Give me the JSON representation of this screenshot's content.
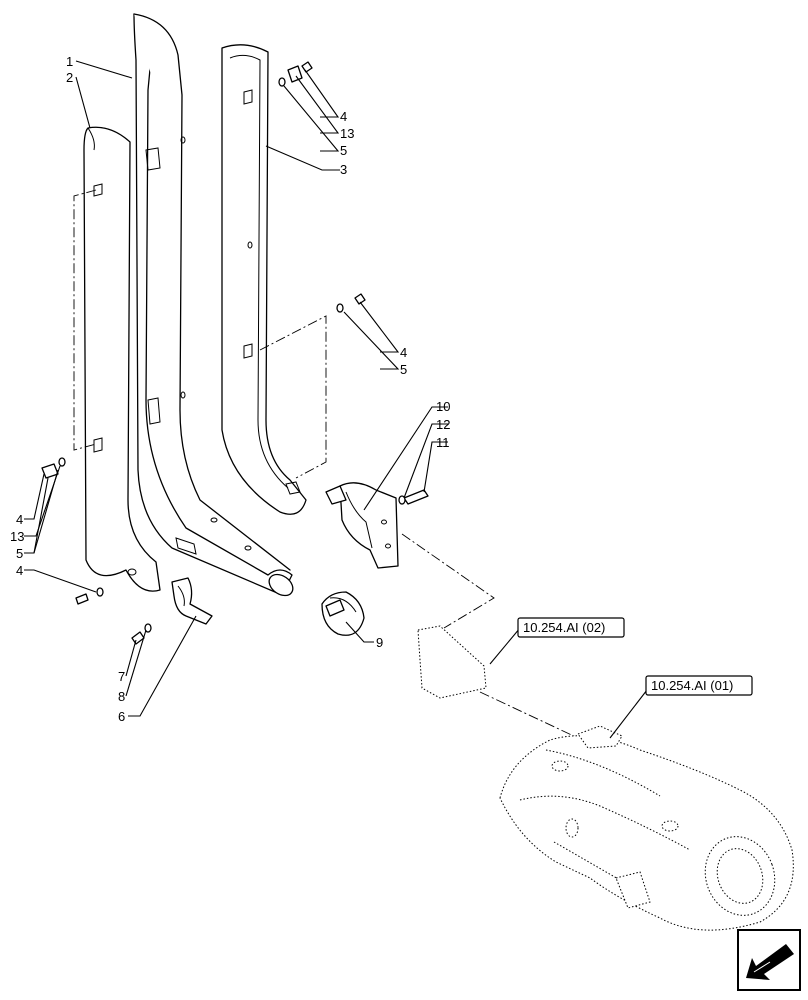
{
  "callouts": {
    "c1": "1",
    "c2": "2",
    "c3": "3",
    "c4a": "4",
    "c13a": "13",
    "c5a": "5",
    "c4b": "4",
    "c5b": "5",
    "c10": "10",
    "c12": "12",
    "c11": "11",
    "c4c": "4",
    "c13b": "13",
    "c5c": "5",
    "c4d": "4",
    "c9": "9",
    "c7": "7",
    "c8": "8",
    "c6": "6"
  },
  "references": {
    "ref_02": "10.254.AI (02)",
    "ref_01": "10.254.AI (01)"
  },
  "icons": {
    "view_arrow": "view-direction-arrow-icon"
  }
}
